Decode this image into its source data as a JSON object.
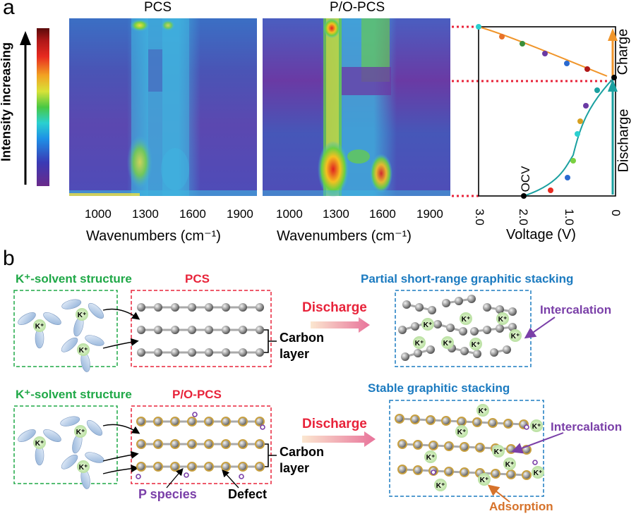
{
  "panel_a": {
    "letter": "a",
    "colorbar_label": "Intensity increasing",
    "heatmaps": [
      {
        "title": "PCS",
        "x_ticks": [
          "1000",
          "1300",
          "1600",
          "1900"
        ],
        "xlabel": "Wavenumbers (cm⁻¹)"
      },
      {
        "title": "P/O-PCS",
        "x_ticks": [
          "1000",
          "1300",
          "1600",
          "1900"
        ],
        "xlabel": "Wavenumbers (cm⁻¹)"
      }
    ],
    "voltage_plot": {
      "x_ticks": [
        "3.0",
        "2.0",
        "1.0",
        "0"
      ],
      "xlabel": "Voltage (V)",
      "ocv_label": "OCV",
      "charge_label": "Charge",
      "discharge_label": "Discharge"
    }
  },
  "panel_b": {
    "letter": "b",
    "rows": [
      {
        "solvent_title": "K⁺-solvent structure",
        "material_title": "PCS",
        "discharge_label": "Discharge",
        "carbon_label_1": "Carbon",
        "carbon_label_2": "layer",
        "result_title": "Partial short-range graphitic stacking",
        "intercalation_label": "Intercalation"
      },
      {
        "solvent_title": "K⁺-solvent structure",
        "material_title": "P/O-PCS",
        "discharge_label": "Discharge",
        "carbon_label_1": "Carbon",
        "carbon_label_2": "layer",
        "result_title": "Stable graphitic stacking",
        "intercalation_label": "Intercalation",
        "p_species_label": "P species",
        "defect_label": "Defect",
        "adsorption_label": "Adsorption"
      }
    ],
    "ion_label": "K⁺"
  },
  "colors": {
    "green": "#1fa847",
    "red": "#e8233a",
    "blue": "#1c7bc0",
    "purple": "#7a3fa8",
    "orange": "#d6722a",
    "heat_bg": "#5b3ea0"
  }
}
